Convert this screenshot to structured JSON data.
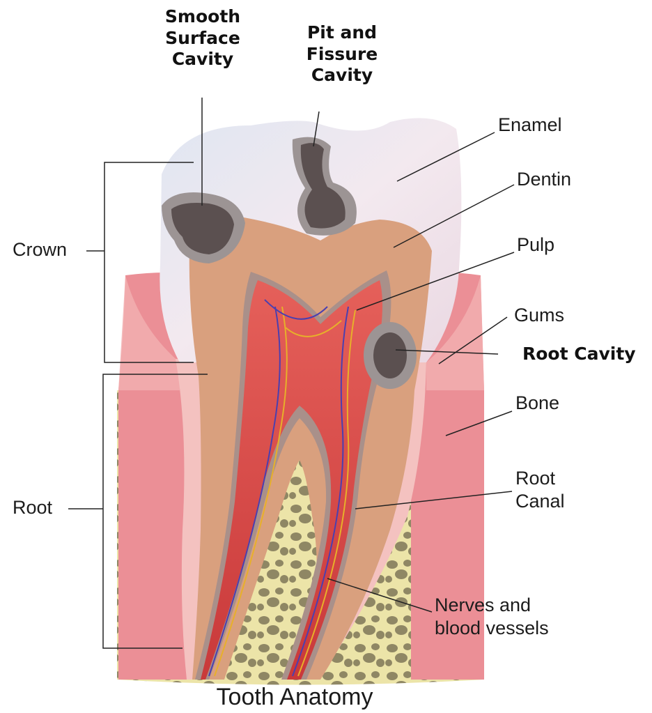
{
  "title": "Tooth Anatomy",
  "labels": {
    "smooth_surface_cavity": [
      "Smooth",
      "Surface",
      "Cavity"
    ],
    "pit_fissure_cavity": [
      "Pit and",
      "Fissure",
      "Cavity"
    ],
    "enamel": "Enamel",
    "dentin": "Dentin",
    "pulp": "Pulp",
    "gums": "Gums",
    "root_cavity": "Root Cavity",
    "bone": "Bone",
    "root_canal": [
      "Root",
      "Canal"
    ],
    "nerves_vessels": [
      "Nerves and",
      "blood vessels"
    ],
    "crown": "Crown",
    "root": "Root"
  },
  "colors": {
    "enamel": "#ece3ea",
    "dentin": "#d9a07e",
    "pulp": "#d44a46",
    "gums": "#eb8f96",
    "bone": "#ece4a8",
    "bone_pores": "#8c8460",
    "cavity": "#5b5050",
    "cavity_halo": "#9c9494",
    "nerve": "#4a3fb0",
    "vessel": "#e7b02a"
  }
}
